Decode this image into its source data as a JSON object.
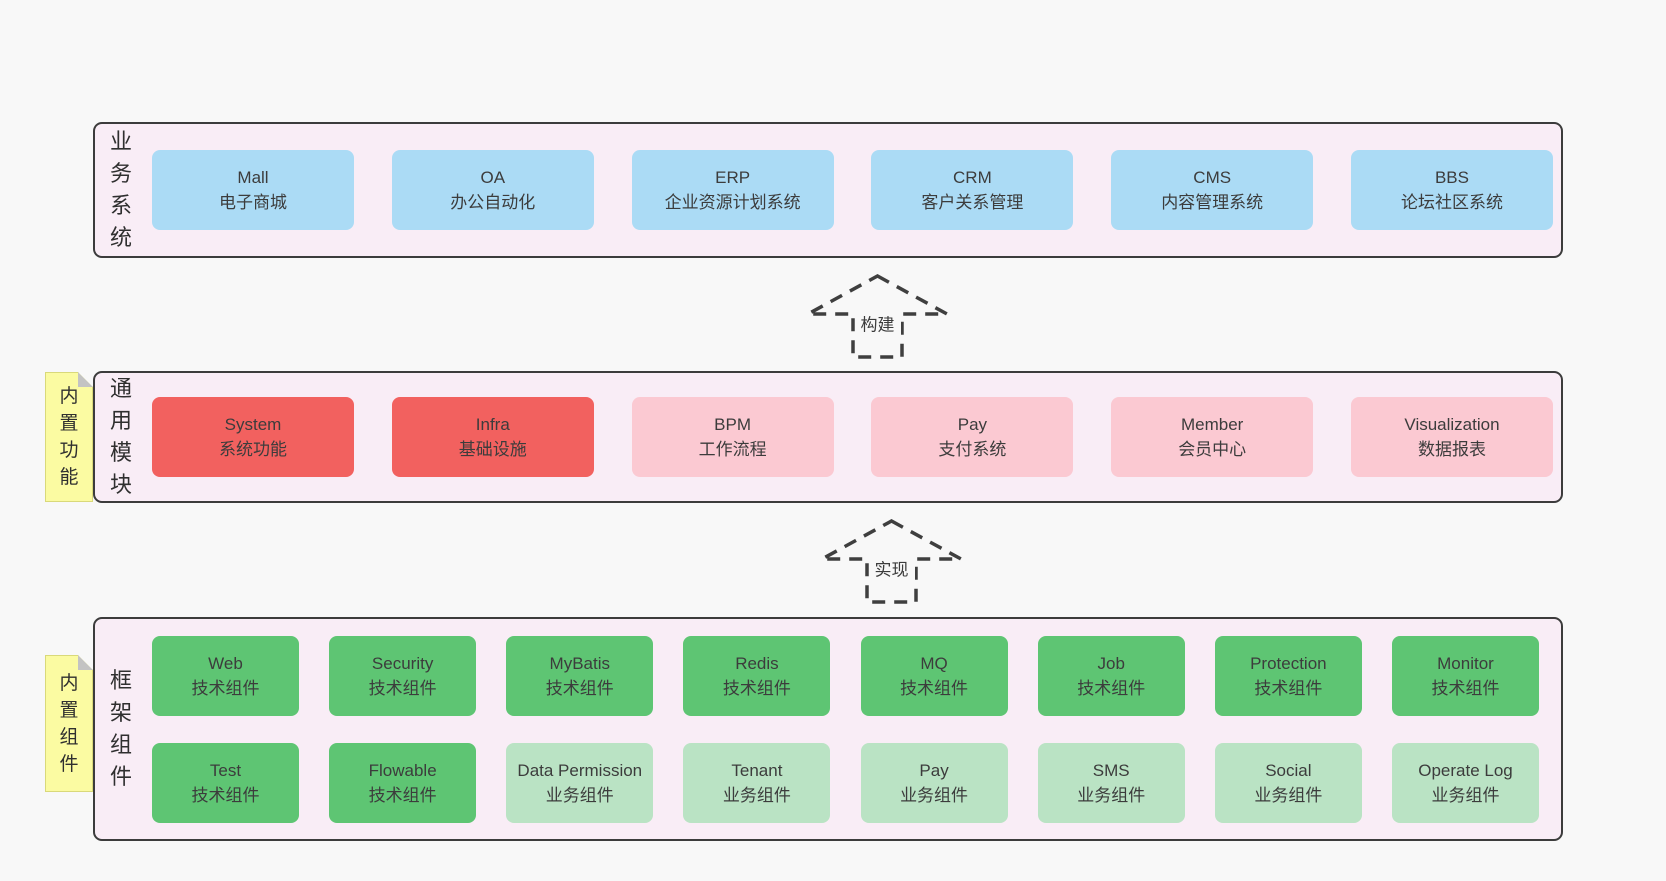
{
  "colors": {
    "blue": "#abdbf5",
    "red": "#f2615f",
    "pink": "#fbc9d2",
    "green": "#5ec573",
    "green_light": "#bae3c4",
    "panel_bg": "#f9edf6",
    "panel_border": "#3c3c3c",
    "tag_yellow": "#fbfba2",
    "page_bg": "#f8f8f8"
  },
  "arrows": [
    {
      "label": "构建"
    },
    {
      "label": "实现"
    }
  ],
  "panels": [
    {
      "id": "business-systems",
      "label": "业务系统",
      "rows": [
        [
          {
            "title": "Mall",
            "subtitle": "电子商城",
            "variant": "blue"
          },
          {
            "title": "OA",
            "subtitle": "办公自动化",
            "variant": "blue"
          },
          {
            "title": "ERP",
            "subtitle": "企业资源计划系统",
            "variant": "blue"
          },
          {
            "title": "CRM",
            "subtitle": "客户关系管理",
            "variant": "blue"
          },
          {
            "title": "CMS",
            "subtitle": "内容管理系统",
            "variant": "blue"
          },
          {
            "title": "BBS",
            "subtitle": "论坛社区系统",
            "variant": "blue"
          }
        ]
      ]
    },
    {
      "id": "common-modules",
      "label": "通用模块",
      "tag": "内置功能",
      "rows": [
        [
          {
            "title": "System",
            "subtitle": "系统功能",
            "variant": "red"
          },
          {
            "title": "Infra",
            "subtitle": "基础设施",
            "variant": "red"
          },
          {
            "title": "BPM",
            "subtitle": "工作流程",
            "variant": "pink"
          },
          {
            "title": "Pay",
            "subtitle": "支付系统",
            "variant": "pink"
          },
          {
            "title": "Member",
            "subtitle": "会员中心",
            "variant": "pink"
          },
          {
            "title": "Visualization",
            "subtitle": "数据报表",
            "variant": "pink"
          }
        ]
      ]
    },
    {
      "id": "framework-components",
      "label": "框架组件",
      "tag": "内置组件",
      "rows": [
        [
          {
            "title": "Web",
            "subtitle": "技术组件",
            "variant": "green"
          },
          {
            "title": "Security",
            "subtitle": "技术组件",
            "variant": "green"
          },
          {
            "title": "MyBatis",
            "subtitle": "技术组件",
            "variant": "green"
          },
          {
            "title": "Redis",
            "subtitle": "技术组件",
            "variant": "green"
          },
          {
            "title": "MQ",
            "subtitle": "技术组件",
            "variant": "green"
          },
          {
            "title": "Job",
            "subtitle": "技术组件",
            "variant": "green"
          },
          {
            "title": "Protection",
            "subtitle": "技术组件",
            "variant": "green"
          },
          {
            "title": "Monitor",
            "subtitle": "技术组件",
            "variant": "green"
          }
        ],
        [
          {
            "title": "Test",
            "subtitle": "技术组件",
            "variant": "green"
          },
          {
            "title": "Flowable",
            "subtitle": "技术组件",
            "variant": "green"
          },
          {
            "title": "Data Permission",
            "subtitle": "业务组件",
            "variant": "green_light"
          },
          {
            "title": "Tenant",
            "subtitle": "业务组件",
            "variant": "green_light"
          },
          {
            "title": "Pay",
            "subtitle": "业务组件",
            "variant": "green_light"
          },
          {
            "title": "SMS",
            "subtitle": "业务组件",
            "variant": "green_light"
          },
          {
            "title": "Social",
            "subtitle": "业务组件",
            "variant": "green_light"
          },
          {
            "title": "Operate Log",
            "subtitle": "业务组件",
            "variant": "green_light"
          }
        ]
      ]
    }
  ]
}
